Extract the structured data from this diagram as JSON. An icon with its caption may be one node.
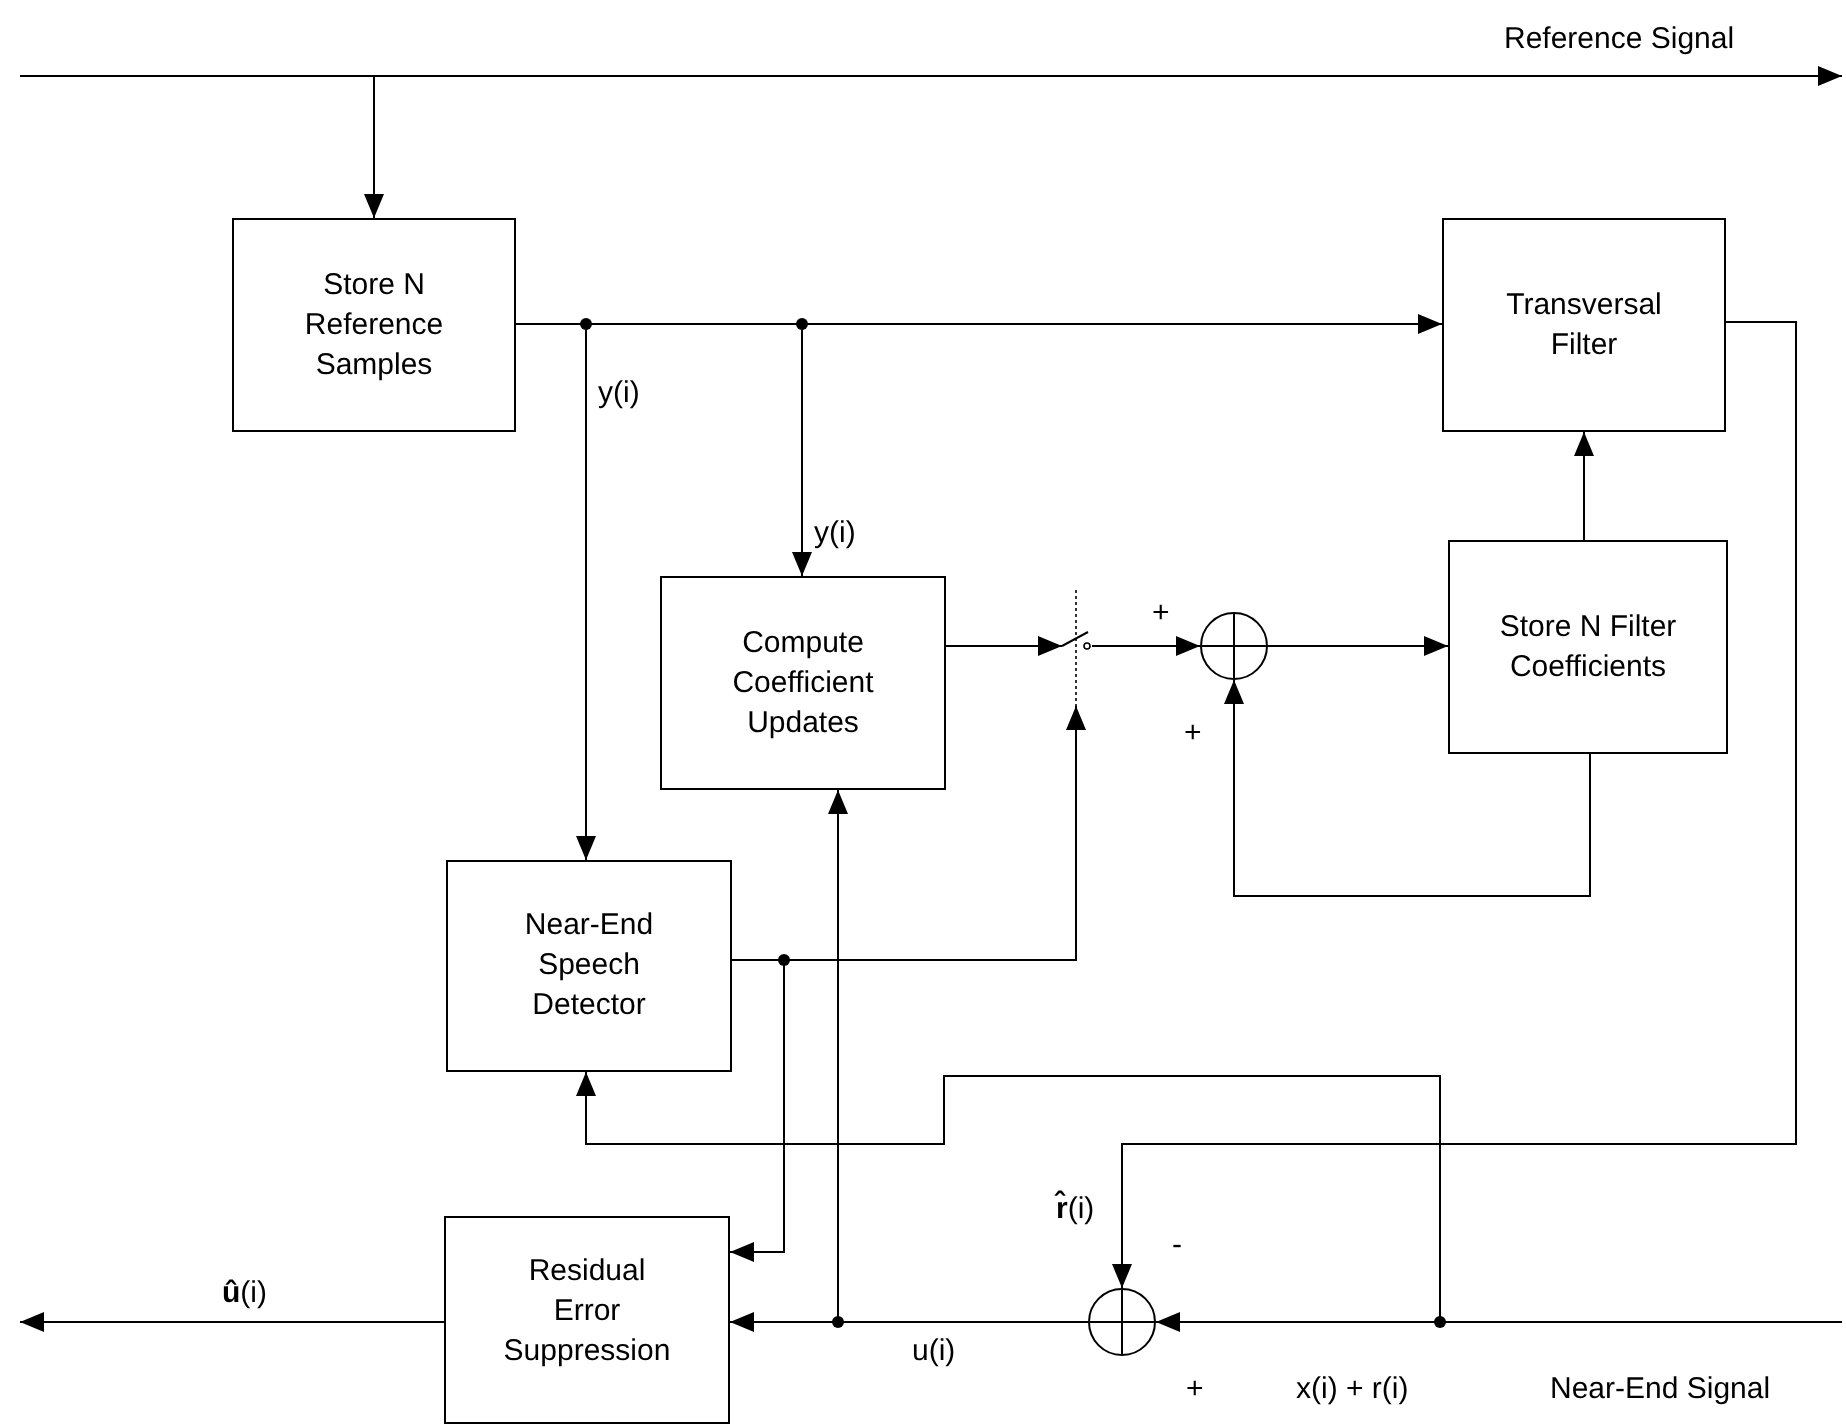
{
  "diagram": {
    "nodes": [
      {
        "text": [
          "Store N Reference Samples"
        ]
      },
      {
        "text": [
          "Transversal Filter"
        ]
      },
      {
        "text": [
          "Compute Coefficient Updates"
        ]
      },
      {
        "text": [
          "Store N Filter Coefficients"
        ]
      },
      {
        "text": [
          "Near-End Speech Detector"
        ]
      },
      {
        "text": [
          "Residual Error Suppression"
        ]
      },
      {
        "text": [],
        "shape": "switch"
      },
      {
        "text": [],
        "shape": "circle"
      },
      {
        "text": [],
        "shape": "circle"
      },
      {
        "text": [
          "Reference Signal"
        ]
      }
    ],
    "edges": [
      {
        "from": null,
        "to": 9,
        "arrow": "to"
      },
      {
        "from": null,
        "to": 0,
        "arrow": "to"
      },
      {
        "from": 0,
        "to": 1,
        "arrow": "to"
      },
      {
        "from": 0,
        "to": 2,
        "arrow": "to",
        "label": "y(i)"
      },
      {
        "from": 0,
        "to": 4,
        "arrow": "to",
        "label": "y(i)"
      },
      {
        "from": 3,
        "to": 1,
        "arrow": "to"
      },
      {
        "from": 2,
        "to": 6,
        "arrow": "to"
      },
      {
        "from": 6,
        "to": 7,
        "arrow": "to"
      },
      {
        "from": 7,
        "to": 3,
        "arrow": "to"
      },
      {
        "from": 3,
        "to": 7,
        "arrow": "to"
      },
      {
        "from": 4,
        "to": 6,
        "arrow": "to"
      },
      {
        "from": 4,
        "to": 5,
        "arrow": "to"
      },
      {
        "from": 8,
        "to": 5,
        "arrow": "to",
        "label": "u(i)"
      },
      {
        "from": 8,
        "to": 2,
        "arrow": "to"
      },
      {
        "from": 5,
        "to": null,
        "arrow": "to",
        "label": "**û**(i)"
      },
      {
        "from": null,
        "to": 8,
        "arrow": "to"
      },
      {
        "from": null,
        "to": 4,
        "arrow": "to"
      },
      {
        "from": 1,
        "to": 8,
        "arrow": "to",
        "label": "**r̂**(i)"
      }
    ],
    "labels": [
      "+",
      "+",
      "-",
      "+",
      "x(i) + r(i)",
      "Near-End Signal"
    ]
  }
}
